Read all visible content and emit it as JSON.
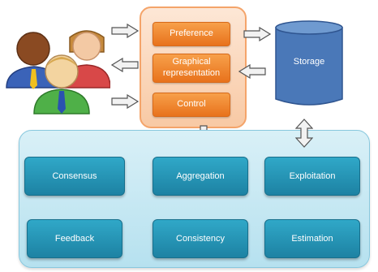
{
  "top_panel": {
    "preference": "Preference",
    "graphical": "Graphical representation",
    "control": "Control"
  },
  "storage": {
    "label": "Storage"
  },
  "bottom_panel": {
    "row1": [
      "Consensus",
      "Aggregation",
      "Exploitation"
    ],
    "row2": [
      "Feedback",
      "Consistency",
      "Estimation"
    ]
  },
  "colors": {
    "orange": "#e8721c",
    "teal": "#1d82a3",
    "storage_blue": "#4a78b8"
  }
}
